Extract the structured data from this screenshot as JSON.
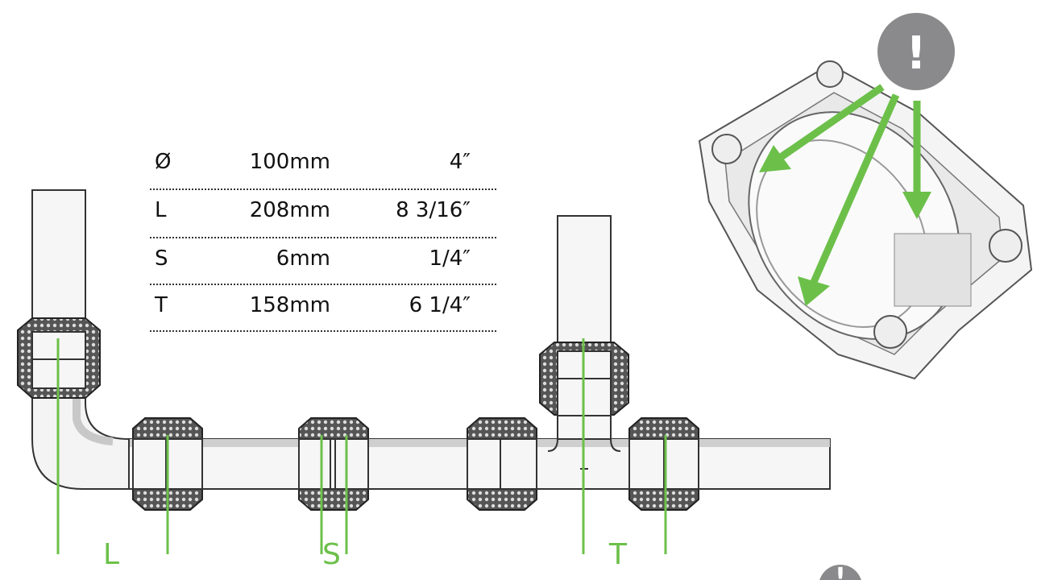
{
  "dimensions": {
    "rows": [
      {
        "symbol": "Ø",
        "metric": "100mm",
        "imperial": "4″"
      },
      {
        "symbol": "L",
        "metric": "208mm",
        "imperial": "8 3/16″"
      },
      {
        "symbol": "S",
        "metric": "6mm",
        "imperial": "1/4″"
      },
      {
        "symbol": "T",
        "metric": "158mm",
        "imperial": "6 1/4″"
      }
    ]
  },
  "labels": {
    "l": "L",
    "s": "S",
    "t": "T"
  },
  "warning": {
    "symbol": "!"
  },
  "colors": {
    "accent": "#6cc04a",
    "warning": "#8a8a8c",
    "line": "#333333"
  }
}
